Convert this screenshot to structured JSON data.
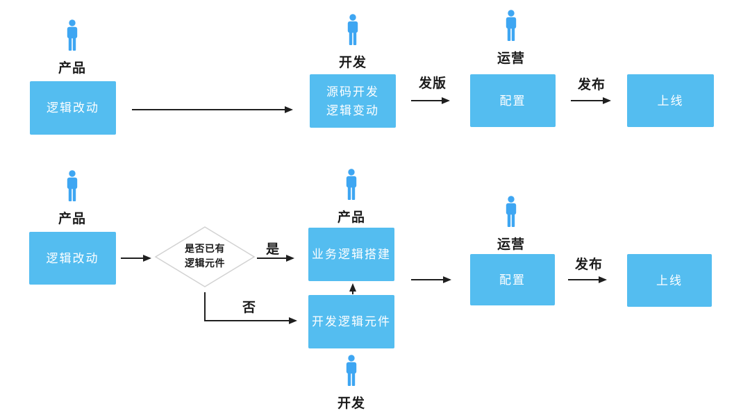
{
  "top_flow": {
    "actor_product": "产品",
    "actor_dev": "开发",
    "actor_ops": "运营",
    "node_logic_change": "逻辑改动",
    "node_source_dev": {
      "line1": "源码开发",
      "line2": "逻辑变动"
    },
    "node_config": "配置",
    "node_online": "上线",
    "edge_release": "发版",
    "edge_publish": "发布"
  },
  "bottom_flow": {
    "actor_product_left": "产品",
    "actor_product_mid": "产品",
    "actor_ops": "运营",
    "actor_dev": "开发",
    "node_logic_change": "逻辑改动",
    "decision": {
      "line1": "是否已有",
      "line2": "逻辑元件"
    },
    "node_build_logic": "业务逻辑搭建",
    "node_develop_component": "开发逻辑元件",
    "node_config": "配置",
    "node_online": "上线",
    "edge_yes": "是",
    "edge_no": "否",
    "edge_publish": "发布"
  },
  "colors": {
    "node_fill": "#54bdf0",
    "node_text": "#ffffff",
    "person_icon": "#3ea6f2",
    "diamond_border": "#d2d2d2",
    "diamond_fill": "#ffffff",
    "arrow": "#1f1f1f",
    "label_text": "#1b1b1b",
    "background": "#ffffff"
  }
}
